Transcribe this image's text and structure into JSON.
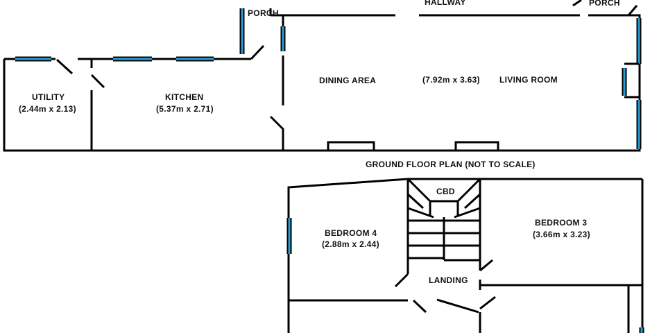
{
  "ground_floor": {
    "title": "GROUND FLOOR PLAN (NOT TO SCALE)",
    "hallway": "HALLWAY",
    "porch_left": "PORCH",
    "porch_right": "PORCH",
    "utility": {
      "name": "UTILITY",
      "size": "(2.44m x 2.13)"
    },
    "kitchen": {
      "name": "KITCHEN",
      "size": "(5.37m x 2.71)"
    },
    "dining": {
      "name": "DINING AREA"
    },
    "living": {
      "name": "LIVING ROOM",
      "size": "(7.92m x 3.63)"
    }
  },
  "first_floor": {
    "cbd": "CBD",
    "bedroom4": {
      "name": "BEDROOM 4",
      "size": "(2.88m x 2.44)"
    },
    "bedroom3": {
      "name": "BEDROOM 3",
      "size": "(3.66m x 3.23)"
    },
    "landing": "LANDING"
  },
  "colors": {
    "wall": "#000000",
    "window": "#2a9fd6",
    "background": "#ffffff"
  }
}
